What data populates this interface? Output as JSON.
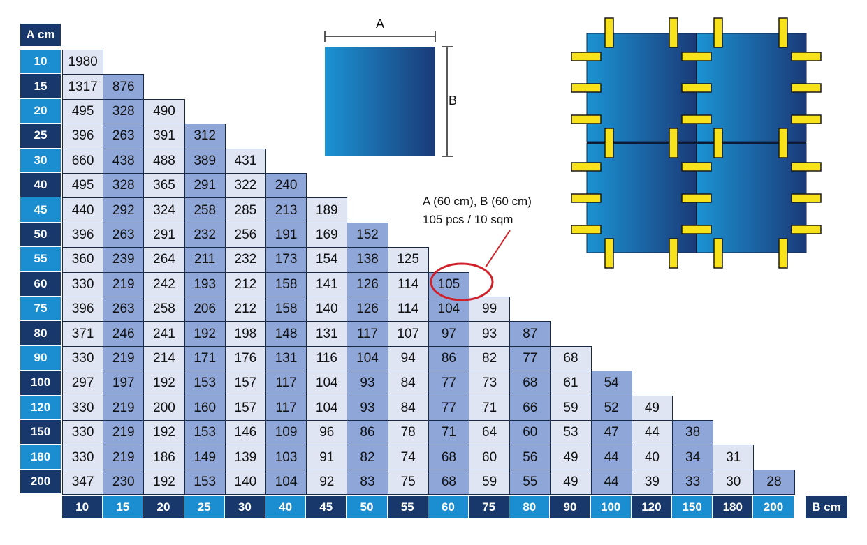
{
  "table": {
    "row_header_label": "A cm",
    "col_header_label": "B cm",
    "rows": [
      "10",
      "15",
      "20",
      "25",
      "30",
      "40",
      "45",
      "50",
      "55",
      "60",
      "75",
      "80",
      "90",
      "100",
      "120",
      "150",
      "180",
      "200"
    ],
    "cols": [
      "10",
      "15",
      "20",
      "25",
      "30",
      "40",
      "45",
      "50",
      "55",
      "60",
      "75",
      "80",
      "90",
      "100",
      "120",
      "150",
      "180",
      "200"
    ],
    "values": [
      [
        1980
      ],
      [
        1317,
        876
      ],
      [
        495,
        328,
        490
      ],
      [
        396,
        263,
        391,
        312
      ],
      [
        660,
        438,
        488,
        389,
        431
      ],
      [
        495,
        328,
        365,
        291,
        322,
        240
      ],
      [
        440,
        292,
        324,
        258,
        285,
        213,
        189
      ],
      [
        396,
        263,
        291,
        232,
        256,
        191,
        169,
        152
      ],
      [
        360,
        239,
        264,
        211,
        232,
        173,
        154,
        138,
        125
      ],
      [
        330,
        219,
        242,
        193,
        212,
        158,
        141,
        126,
        114,
        105
      ],
      [
        396,
        263,
        258,
        206,
        212,
        158,
        140,
        126,
        114,
        104,
        99
      ],
      [
        371,
        246,
        241,
        192,
        198,
        148,
        131,
        117,
        107,
        97,
        93,
        87
      ],
      [
        330,
        219,
        214,
        171,
        176,
        131,
        116,
        104,
        94,
        86,
        82,
        77,
        68
      ],
      [
        297,
        197,
        192,
        153,
        157,
        117,
        104,
        93,
        84,
        77,
        73,
        68,
        61,
        54
      ],
      [
        330,
        219,
        200,
        160,
        157,
        117,
        104,
        93,
        84,
        77,
        71,
        66,
        59,
        52,
        49
      ],
      [
        330,
        219,
        192,
        153,
        146,
        109,
        96,
        86,
        78,
        71,
        64,
        60,
        53,
        47,
        44,
        38
      ],
      [
        330,
        219,
        186,
        149,
        139,
        103,
        91,
        82,
        74,
        68,
        60,
        56,
        49,
        44,
        40,
        34,
        31
      ],
      [
        347,
        230,
        192,
        153,
        140,
        104,
        92,
        83,
        75,
        68,
        59,
        55,
        49,
        44,
        39,
        33,
        30,
        28
      ]
    ]
  },
  "diagram": {
    "label_a": "A",
    "label_b": "B"
  },
  "annotation": {
    "line1": "A (60 cm), B (60 cm)",
    "line2": "105 pcs / 10 sqm",
    "highlight_row": 9,
    "highlight_col": 9
  },
  "colors": {
    "dark_navy": "#18386b",
    "bright_blue": "#1a8ed0",
    "cell_light": "#dfe5f3",
    "cell_mid": "#8ea6d8",
    "highlight": "#d0202a",
    "spacer_yellow": "#f7e21b"
  }
}
